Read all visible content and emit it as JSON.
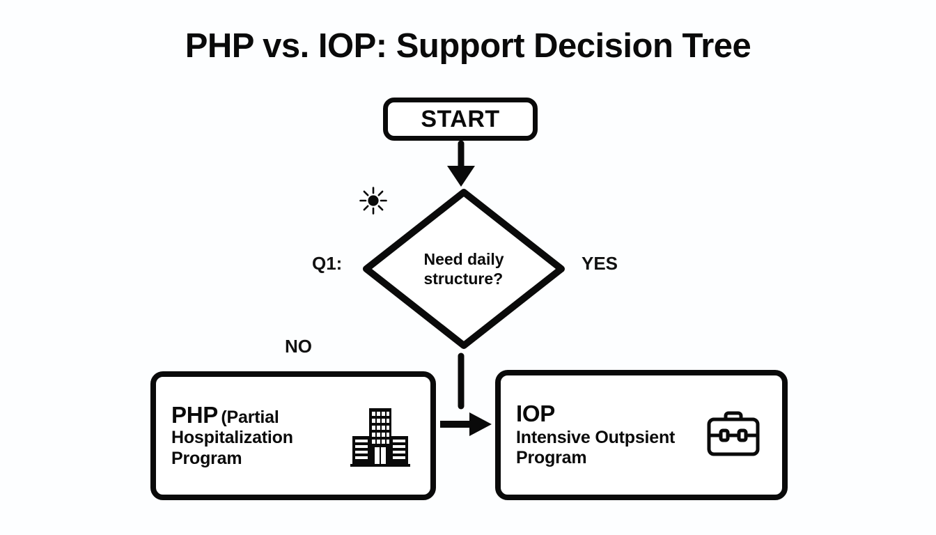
{
  "diagram": {
    "title": "PHP vs. IOP: Support Decision Tree",
    "type": "decision-tree",
    "background_color": "#fdfeff",
    "stroke_color": "#0a0a0a",
    "nodes": {
      "start": {
        "label": "START",
        "shape": "rounded-rectangle"
      },
      "decision": {
        "question_label": "Q1:",
        "text": "Need daily\nstructure?",
        "shape": "diamond",
        "icon": "sun-icon",
        "branch_yes": "YES",
        "branch_no": "NO"
      },
      "php": {
        "title": "PHP",
        "subtitle": "(Partial Hospitalization Program",
        "icon": "hospital-building-icon",
        "shape": "rounded-rectangle"
      },
      "iop": {
        "title": "IOP",
        "subtitle": "Intensive Outpsient Program",
        "icon": "briefcase-icon",
        "shape": "rounded-rectangle"
      }
    },
    "connectors": [
      {
        "name": "start-to-decision",
        "from": "start",
        "to": "decision",
        "style": "arrow-down"
      },
      {
        "name": "decision-to-iop",
        "from": "decision",
        "to": "iop",
        "style": "line-down"
      },
      {
        "name": "php-to-iop",
        "from": "php",
        "to": "iop",
        "style": "arrow-right"
      }
    ]
  }
}
